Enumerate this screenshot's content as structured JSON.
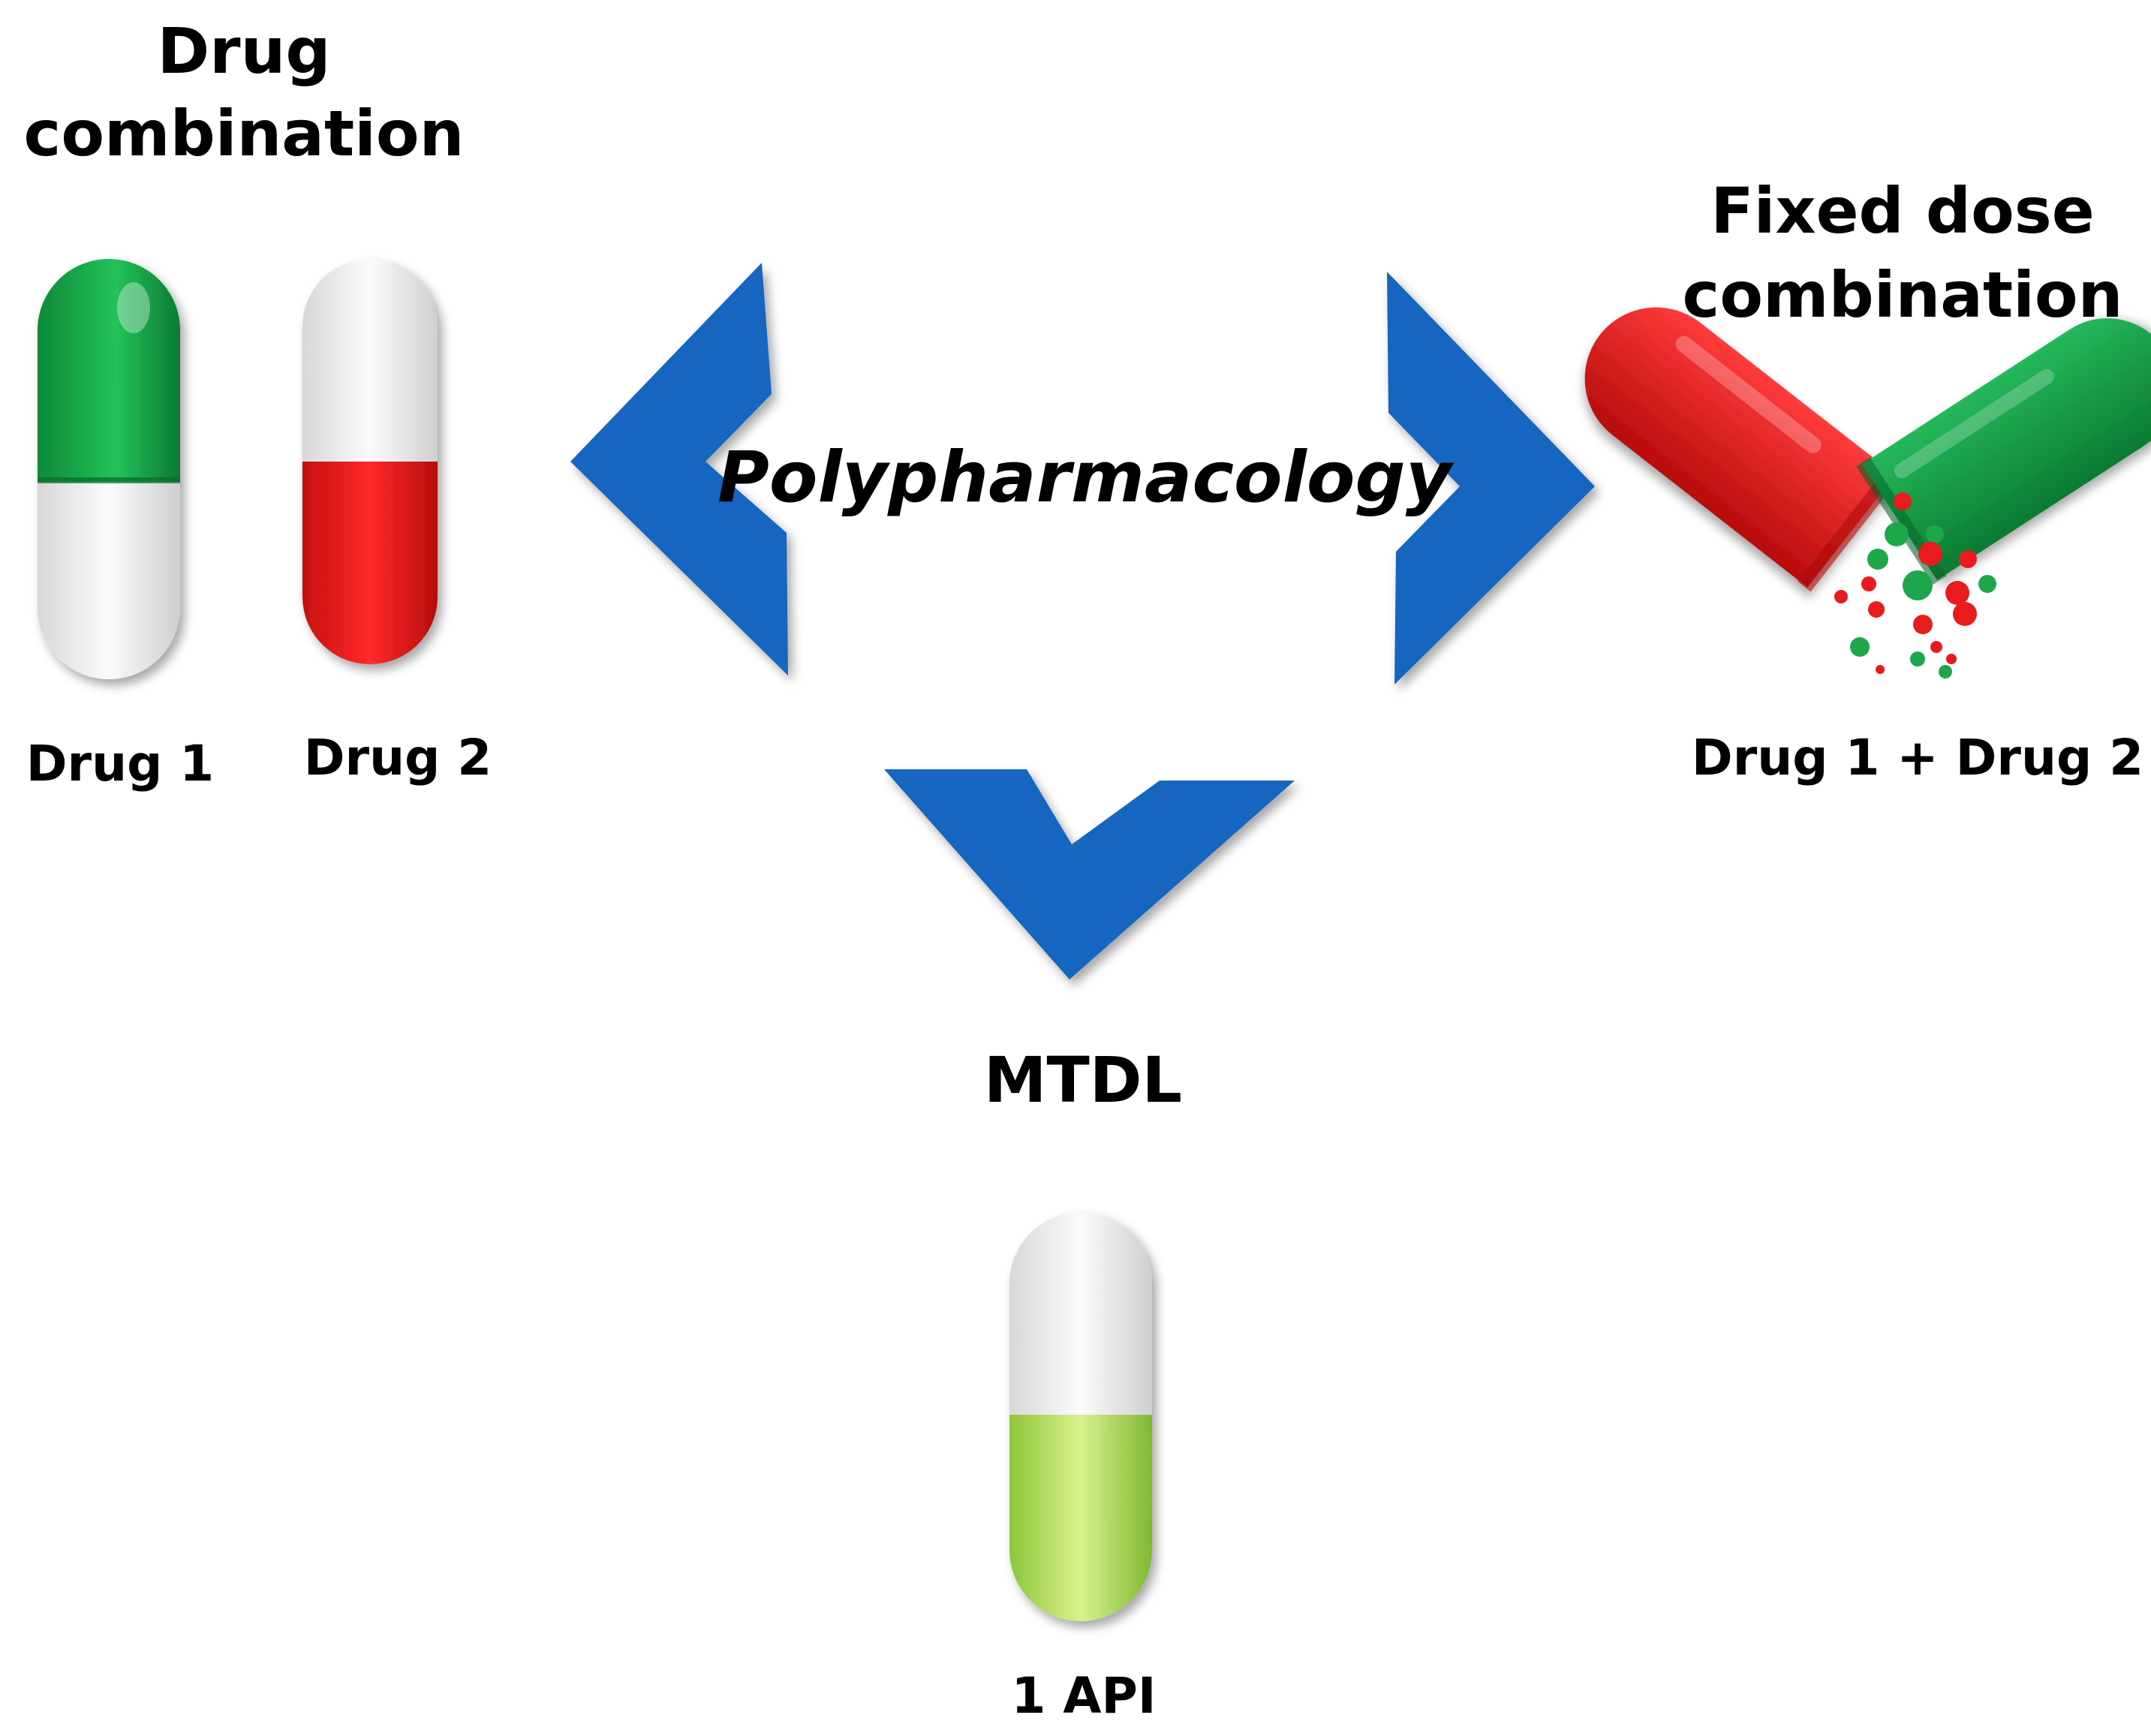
{
  "headings": {
    "drug_combination_line1": "Drug",
    "drug_combination_line2": "combination",
    "fixed_dose_line1": "Fixed dose",
    "fixed_dose_line2": "combination",
    "center": "Polypharmacology",
    "mtdl": "MTDL"
  },
  "captions": {
    "drug1": "Drug 1",
    "drug2": "Drug 2",
    "fixed": "Drug 1 + Drug 2",
    "api": "1 API"
  },
  "colors": {
    "arrow_blue": "#1565c0",
    "capsule_green": "#1ea64a",
    "capsule_red": "#ec1c1c",
    "capsule_white": "#f2f2f2",
    "capsule_lime": "#a9d84f"
  },
  "icons": [
    "left-chevron-arrow",
    "right-chevron-arrow",
    "down-chevron-arrow",
    "capsule",
    "open-capsule"
  ]
}
